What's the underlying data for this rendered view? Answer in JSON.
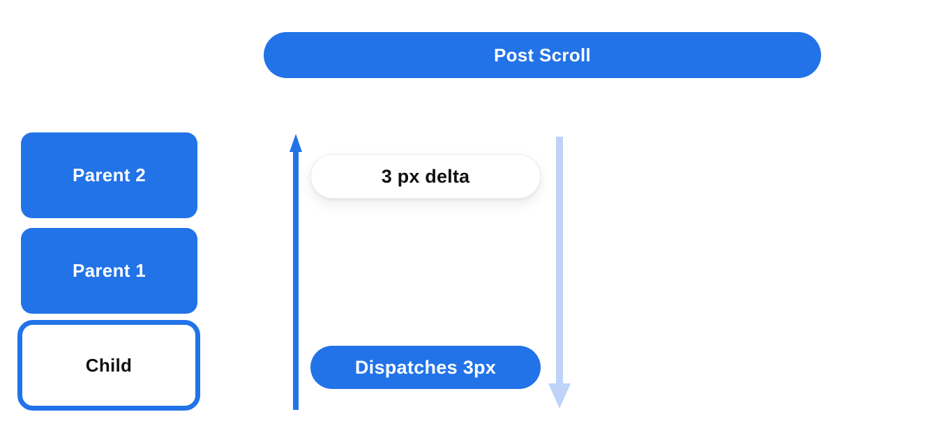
{
  "colors": {
    "primary_blue": "#2273e8",
    "light_blue": "#bdd3f8",
    "text_dark": "#111111",
    "pill_border": "#ececec",
    "white": "#ffffff"
  },
  "header": {
    "label": "Post Scroll"
  },
  "nodes": {
    "parent2": "Parent 2",
    "parent1": "Parent 1",
    "child": "Child"
  },
  "flow": {
    "delta_label": "3 px delta",
    "dispatch_label": "Dispatches 3px",
    "up_arrow_icon": "arrow-up",
    "down_arrow_icon": "arrow-down"
  }
}
